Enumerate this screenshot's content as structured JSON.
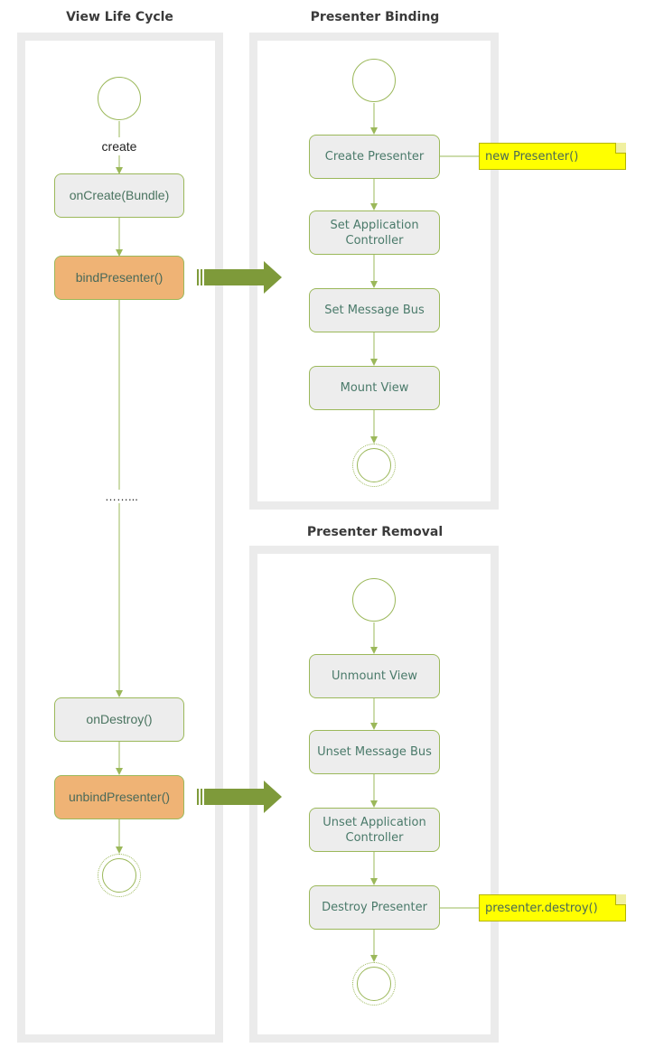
{
  "lanes": {
    "view": {
      "title": "View Life Cycle"
    },
    "binding": {
      "title": "Presenter Binding"
    },
    "removal": {
      "title": "Presenter Removal"
    }
  },
  "view_life_cycle": {
    "create_label": "create",
    "on_create": "onCreate(Bundle)",
    "bind_presenter": "bindPresenter()",
    "ellipsis": "……...",
    "on_destroy": "onDestroy()",
    "unbind_presenter": "unbindPresenter()"
  },
  "presenter_binding": {
    "create_presenter": "Create Presenter",
    "set_application_controller": "Set Application Controller",
    "set_message_bus": "Set Message Bus",
    "mount_view": "Mount View",
    "note": "new Presenter()"
  },
  "presenter_removal": {
    "unmount_view": "Unmount View",
    "unset_message_bus": "Unset Message Bus",
    "unset_application_controller": "Unset Application Controller",
    "destroy_presenter": "Destroy Presenter",
    "note": "presenter.destroy()"
  },
  "colors": {
    "lane_border": "#ebebeb",
    "node_fill": "#ededed",
    "highlight_fill": "#efb375",
    "connector": "#9bb85a",
    "big_arrow": "#7e9a3a",
    "note_fill": "#ffff00"
  }
}
